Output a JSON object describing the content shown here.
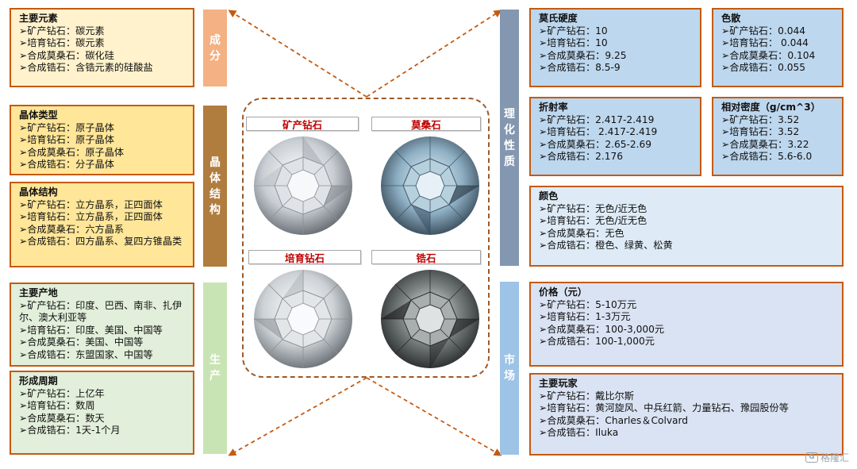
{
  "categories": {
    "composition": [
      "成",
      "分"
    ],
    "crystal": [
      "晶",
      "体",
      "结",
      "构"
    ],
    "production": [
      "生",
      "产"
    ],
    "physical": [
      "理",
      "化",
      "性",
      "质"
    ],
    "market": [
      "市",
      "场"
    ]
  },
  "boxes": {
    "main_elements": {
      "title": "主要元素",
      "rows": [
        "➢矿产钻石：碳元素",
        "➢培育钻石：碳元素",
        "➢合成莫桑石：碳化硅",
        "➢合成锆石：含锆元素的硅酸盐"
      ]
    },
    "crystal_type": {
      "title": "晶体类型",
      "rows": [
        "➢矿产钻石：原子晶体",
        "➢培育钻石：原子晶体",
        "➢合成莫桑石：原子晶体",
        "➢合成锆石：分子晶体"
      ]
    },
    "crystal_structure": {
      "title": "晶体结构",
      "rows": [
        "➢矿产钻石：立方晶系，正四面体",
        "➢培育钻石：立方晶系，正四面体",
        "➢合成莫桑石：六方晶系",
        "➢合成锆石：四方晶系、复四方锥晶类"
      ]
    },
    "origin": {
      "title": "主要产地",
      "rows": [
        "➢矿产钻石：印度、巴西、南非、扎伊尔、澳大利亚等",
        "➢培育钻石：印度、美国、中国等",
        "➢合成莫桑石：美国、中国等",
        "➢合成锆石：东盟国家、中国等"
      ]
    },
    "formation": {
      "title": "形成周期",
      "rows": [
        "➢矿产钻石：上亿年",
        "➢培育钻石：数周",
        "➢合成莫桑石：数天",
        "➢合成锆石：1天-1个月"
      ]
    },
    "hardness": {
      "title": "莫氏硬度",
      "rows": [
        "➢矿产钻石：10",
        "➢培育钻石：10",
        "➢合成莫桑石：9.25",
        "➢合成锆石：8.5-9"
      ]
    },
    "dispersion": {
      "title": "色散",
      "rows": [
        "➢矿产钻石：0.044",
        "➢培育钻石： 0.044",
        "➢合成莫桑石：0.104",
        "➢合成锆石：0.055"
      ]
    },
    "refraction": {
      "title": "折射率",
      "rows": [
        "➢矿产钻石：2.417-2.419",
        "➢培育钻石： 2.417-2.419",
        "➢合成莫桑石：2.65-2.69",
        "➢合成锆石：2.176"
      ]
    },
    "density": {
      "title": "相对密度（g/cm^3）",
      "rows": [
        "➢矿产钻石：3.52",
        "➢培育钻石：3.52",
        "➢合成莫桑石：3.22",
        "➢合成锆石：5.6-6.0"
      ]
    },
    "color": {
      "title": "颜色",
      "rows": [
        "➢矿产钻石：无色/近无色",
        "➢培育钻石：无色/近无色",
        "➢合成莫桑石：无色",
        "➢合成锆石：橙色、绿黄、松黄"
      ]
    },
    "price": {
      "title": "价格（元）",
      "rows": [
        "➢矿产钻石：5-10万元",
        "➢培育钻石：1-3万元",
        "➢合成莫桑石：100-3,000元",
        "➢合成锆石：100-1,000元"
      ]
    },
    "players": {
      "title": "主要玩家",
      "rows": [
        "➢矿产钻石：戴比尔斯",
        "➢培育钻石：黄河旋风、中兵红箭、力量钻石、豫园股份等",
        "➢合成莫桑石：Charles＆Colvard",
        "➢合成锆石：Iluka"
      ]
    }
  },
  "gems": {
    "mined": "矿产钻石",
    "moissanite": "莫桑石",
    "lab_grown": "培育钻石",
    "zircon": "锆石"
  },
  "colors": {
    "border": "#c55a11",
    "arrow": "#c55a11",
    "frame": "#9c5a2a",
    "gem_label_text": "#c00000"
  },
  "watermark": {
    "text": "格隆汇"
  }
}
